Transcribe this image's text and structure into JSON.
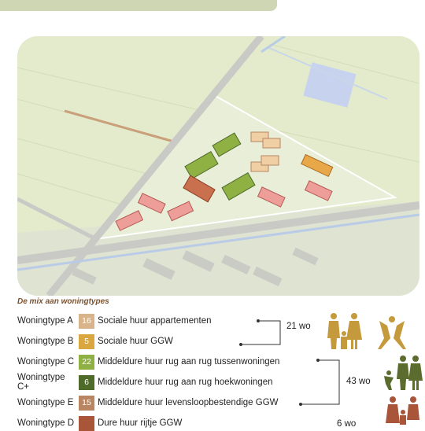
{
  "colors": {
    "accent_band": "#cfd6b4",
    "section_title": "#7a5230",
    "people_gold": "#c49a3c",
    "people_green": "#5c6b2e",
    "people_rust": "#a8553a"
  },
  "mix_title": "De mix aan woningtypes",
  "rows": [
    {
      "type": "Woningtype A",
      "count": "16",
      "desc": "Sociale huur appartementen",
      "color": "#d9b48a"
    },
    {
      "type": "Woningtype B",
      "count": "5",
      "desc": "Sociale huur GGW",
      "color": "#d9a640"
    },
    {
      "type": "Woningtype C",
      "count": "22",
      "desc": "Middeldure huur rug aan rug tussenwoningen",
      "color": "#8fb144"
    },
    {
      "type": "Woningtype C+",
      "count": "6",
      "desc": "Middeldure huur rug aan rug hoekwoningen",
      "color": "#4e6b2a"
    },
    {
      "type": "Woningtype E",
      "count": "15",
      "desc": "Middeldure huur levensloopbestendige GGW",
      "color": "#b98563"
    },
    {
      "type": "Woningtype D",
      "count": "",
      "desc": "Dure huur rijtje GGW",
      "color": "#a8553a"
    }
  ],
  "groups": [
    {
      "label": "21 wo"
    },
    {
      "label": "43 wo"
    },
    {
      "label": "6 wo"
    }
  ],
  "icons": [
    "family-gold-icon",
    "family-green-icon",
    "family-rust-icon",
    "couple-holding-hands-icon"
  ]
}
